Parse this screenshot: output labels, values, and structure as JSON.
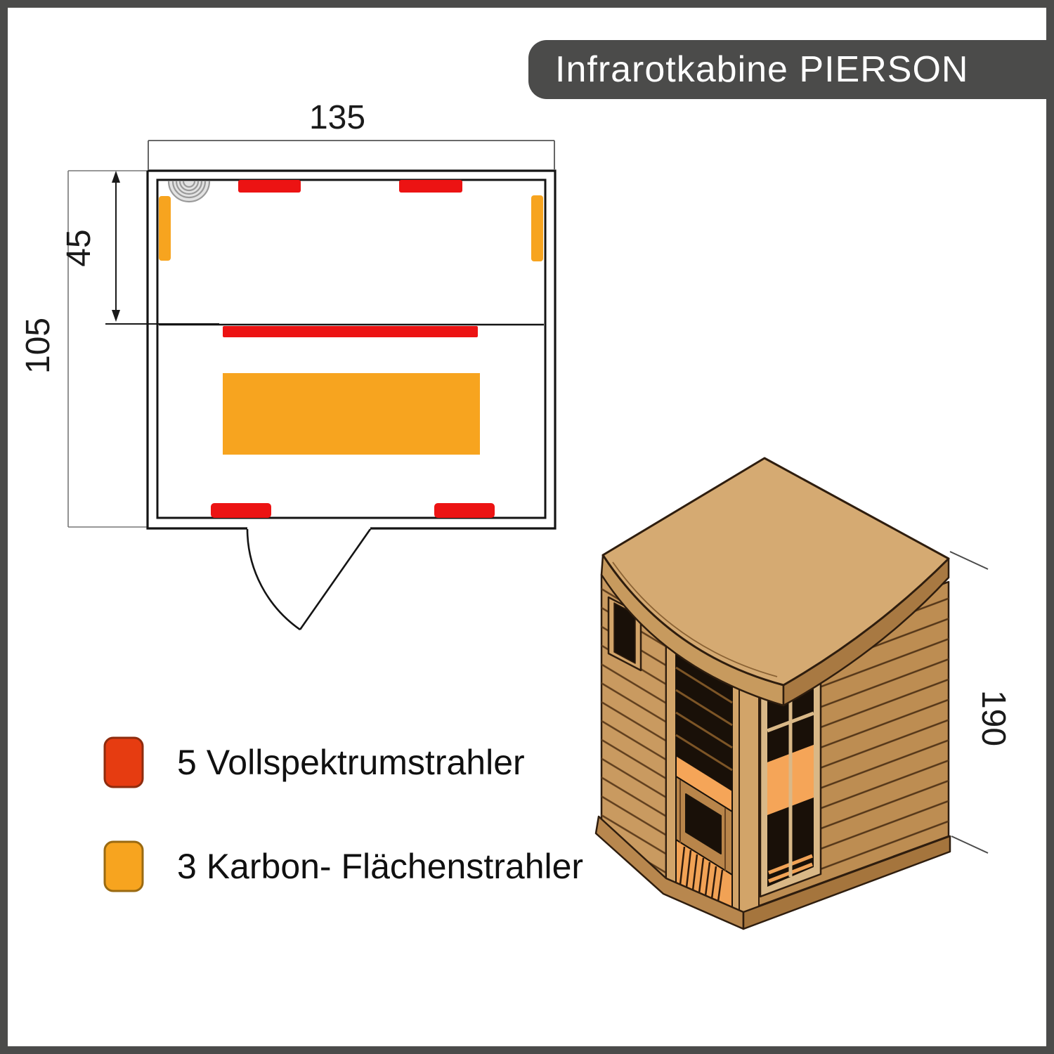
{
  "title_banner": {
    "text": "Infrarotkabine PIERSON"
  },
  "floor_plan": {
    "dimensions": {
      "width": "135",
      "height": "105",
      "bench_depth": "45"
    }
  },
  "iso_view": {
    "height": "190"
  },
  "legend": {
    "items": [
      {
        "label": "5 Vollspektrumstrahler",
        "swatch_color": "#e63c11",
        "swatch_border": "#8e2c0e"
      },
      {
        "label": "3 Karbon- Flächenstrahler",
        "swatch_color": "#f7a41f",
        "swatch_border": "#9a6a12"
      }
    ]
  },
  "colors": {
    "frame_gray": "#4b4b4a",
    "title_text": "#ffffff",
    "plan_line": "#141414",
    "plan_red": "#ec1313",
    "plan_orange": "#f7a41f",
    "wood_light": "#d5aa72",
    "wood_mid": "#c59158",
    "wood_face_left": "#c99a60",
    "wood_face_right": "#bd8d52",
    "wood_dark": "#a87942",
    "interior_dark": "#191008",
    "interior_glow": "#f5a558"
  }
}
